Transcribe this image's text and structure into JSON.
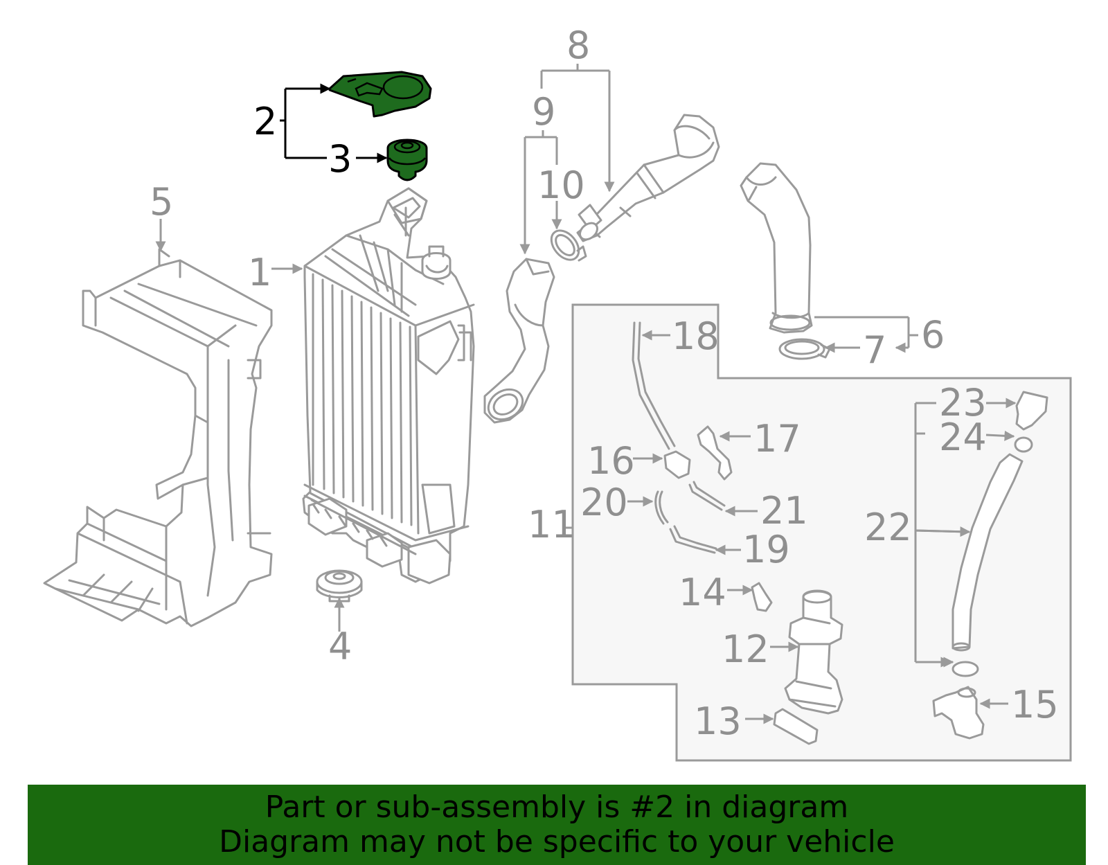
{
  "colors": {
    "highlight_fill": "#1e6b1e",
    "banner_background": "#1a6a0e",
    "line_gray": "#9a9a9a",
    "callout_gray": "#8f8f8f",
    "highlight_outline": "#000000"
  },
  "callouts": {
    "c1": "1",
    "c2": "2",
    "c3": "3",
    "c4": "4",
    "c5": "5",
    "c6": "6",
    "c7": "7",
    "c8": "8",
    "c9": "9",
    "c10": "10",
    "c11": "11",
    "c12": "12",
    "c13": "13",
    "c14": "14",
    "c15": "15",
    "c16": "16",
    "c17": "17",
    "c18": "18",
    "c19": "19",
    "c20": "20",
    "c21": "21",
    "c22": "22",
    "c23": "23",
    "c24": "24"
  },
  "highlighted_part": "2",
  "banner": {
    "line1": "Part or sub-assembly is #2 in diagram",
    "line2": "Diagram may not be specific to your vehicle"
  }
}
